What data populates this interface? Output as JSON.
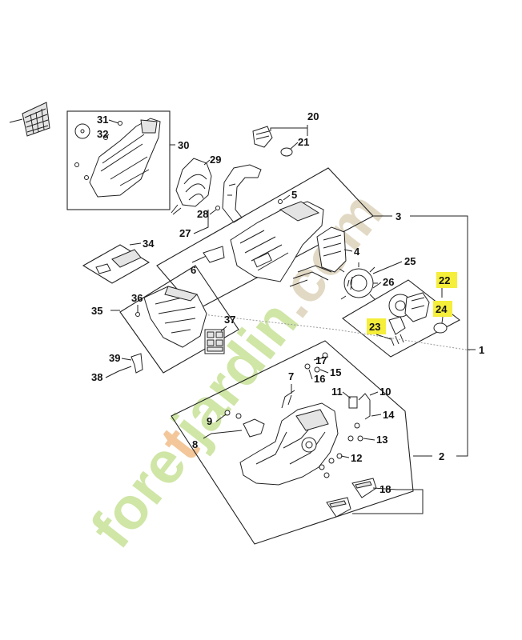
{
  "watermark": {
    "text_part1": "fore",
    "text_part2": "t",
    "text_part3": "jardin",
    "text_part4": ".com",
    "color_main": "#cfe6a6",
    "color_accent": "#f3c79a",
    "color_tail": "#e2d9c5"
  },
  "highlight_color": "#f5ee3a",
  "callouts": {
    "n1": "1",
    "n2": "2",
    "n3": "3",
    "n4": "4",
    "n5": "5",
    "n6": "6",
    "n7": "7",
    "n8": "8",
    "n9": "9",
    "n10": "10",
    "n11": "11",
    "n12": "12",
    "n13": "13",
    "n14": "14",
    "n15": "15",
    "n16": "16",
    "n17": "17",
    "n18": "18",
    "n20": "20",
    "n21": "21",
    "n22": "22",
    "n23": "23",
    "n24": "24",
    "n25": "25",
    "n26": "26",
    "n27": "27",
    "n28": "28",
    "n29": "29",
    "n30": "30",
    "n31": "31",
    "n32": "32",
    "n34": "34",
    "n35": "35",
    "n36": "36",
    "n37": "37",
    "n38": "38",
    "n39": "39"
  },
  "highlighted_callouts": [
    "22",
    "23",
    "24"
  ]
}
